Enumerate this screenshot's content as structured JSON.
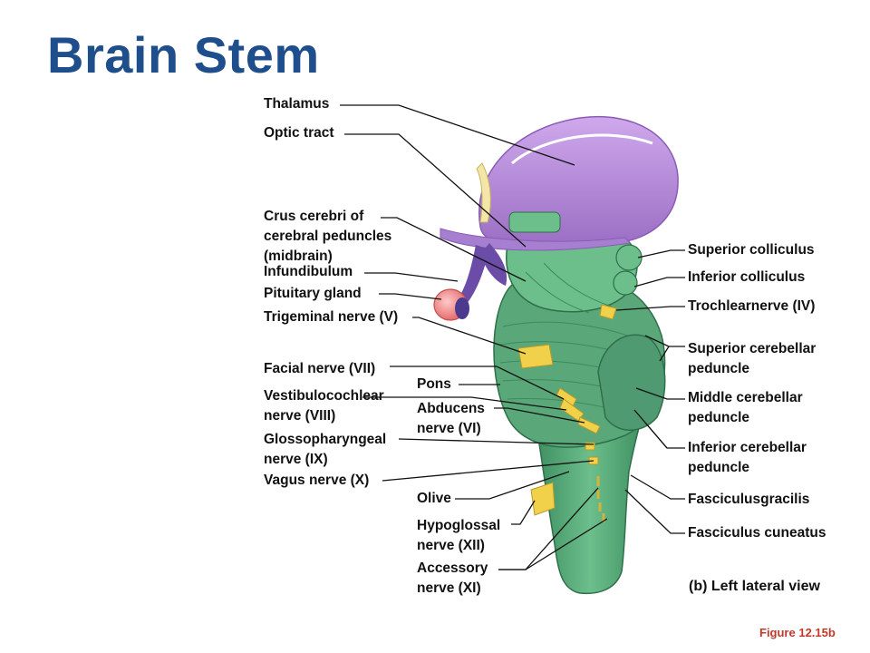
{
  "title": "Brain Stem",
  "view_label": "(b) Left lateral view",
  "figure_label": "Figure 12.15b",
  "labels": {
    "thalamus": "Thalamus",
    "optic_tract": "Optic tract",
    "crus_cerebri": "Crus cerebri of\ncerebral peduncles\n(midbrain)",
    "infundibulum": "Infundibulum",
    "pituitary_gland": "Pituitary gland",
    "trigeminal_nerve": "Trigeminal nerve (V)",
    "facial_nerve": "Facial nerve (VII)",
    "pons": "Pons",
    "vestibulocochlear_nerve": "Vestibulocochlear\nnerve (VIII)",
    "abducens_nerve": "Abducens\nnerve (VI)",
    "glossopharyngeal_nerve": "Glossopharyngeal\nnerve (IX)",
    "vagus_nerve": "Vagus nerve (X)",
    "olive": "Olive",
    "hypoglossal_nerve": "Hypoglossal\nnerve (XII)",
    "accessory_nerve": "Accessory\nnerve (XI)",
    "superior_colliculus": "Superior colliculus",
    "inferior_colliculus": "Inferior colliculus",
    "trochlear_nerve": "Trochlearnerve (IV)",
    "superior_cerebellar_peduncle": "Superior cerebellar\npeduncle",
    "middle_cerebellar_peduncle": "Middle cerebellar\npeduncle",
    "inferior_cerebellar_peduncle": "Inferior cerebellar\npeduncle",
    "fasciculus_gracilis": "Fasciculusgracilis",
    "fasciculus_cuneatus": "Fasciculus cuneatus"
  },
  "colors": {
    "title": "#1f4e8c",
    "thalamus": "#b98fd9",
    "brainstem": "#5fae7e",
    "nerve": "#f1d04a",
    "pituitary": "#f08a8a",
    "figure_label": "#c0392b"
  }
}
